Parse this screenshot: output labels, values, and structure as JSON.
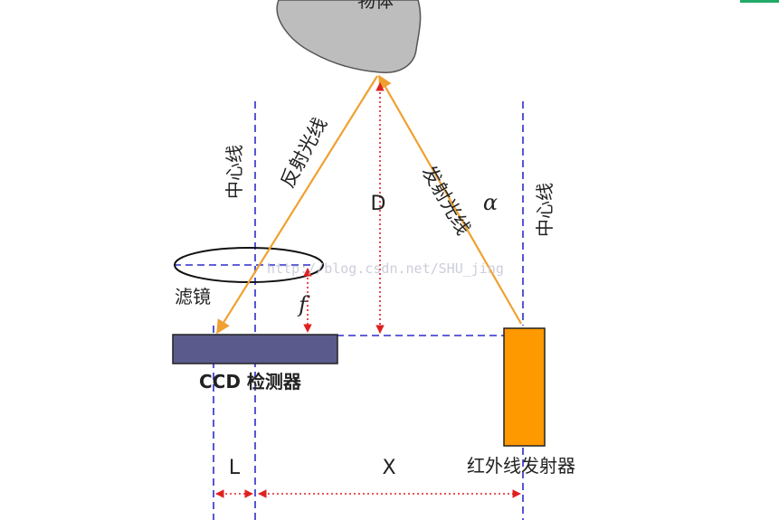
{
  "labels": {
    "object": "物体",
    "center_line_left": "中心线",
    "center_line_right": "中心线",
    "reflected_ray": "反射光线",
    "emitted_ray": "发射光线",
    "distance_d": "D",
    "angle_alpha": "α",
    "filter": "滤镜",
    "focal_f": "f",
    "ccd_detector": "CCD 检测器",
    "ir_emitter": "红外线发射器",
    "baseline_l": "L",
    "offset_x": "X",
    "watermark": "http://blog.csdn.net/SHU_jing"
  },
  "colors": {
    "ray": "#f0a030",
    "center_line": "#2c2ccc",
    "measure": "#e02020",
    "ccd_fill": "#5a5a8c",
    "emitter_fill": "#ff9900",
    "object_fill": "#bdbdbd",
    "accent_top": "#22aa66"
  }
}
